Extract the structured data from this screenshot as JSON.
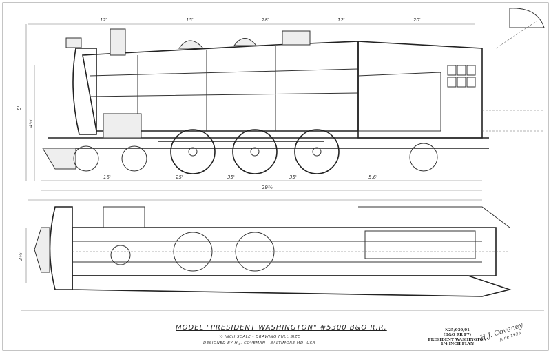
{
  "drawing": {
    "title": "MODEL \"PRESIDENT WASHINGTON\" #5300 B&O R.R.",
    "scale_note": "½ INCH SCALE - DRAWING FULL SIZE",
    "designer_note": "DESIGNED BY H.J. COVEMAN - BALTIMORE MD. USA",
    "dimensions": {
      "top": [
        "12'",
        "15'",
        "28'",
        "12'",
        "20'"
      ],
      "bottom": [
        "16'",
        "25'",
        "35'",
        "35'",
        "5.6'"
      ],
      "overall": "29⅜'",
      "height_left": "8'",
      "height_mid": "4⅜'",
      "plan_width": "3⅜'"
    }
  },
  "stamp": {
    "line1": "N25/030/01",
    "line2": "(B&O RR P7)",
    "line3": "PRESIDENT WASHINGTON",
    "line4": "1/4 INCH PLAN"
  },
  "signature": {
    "name": "H.J. Coveney",
    "date": "June 1928"
  }
}
